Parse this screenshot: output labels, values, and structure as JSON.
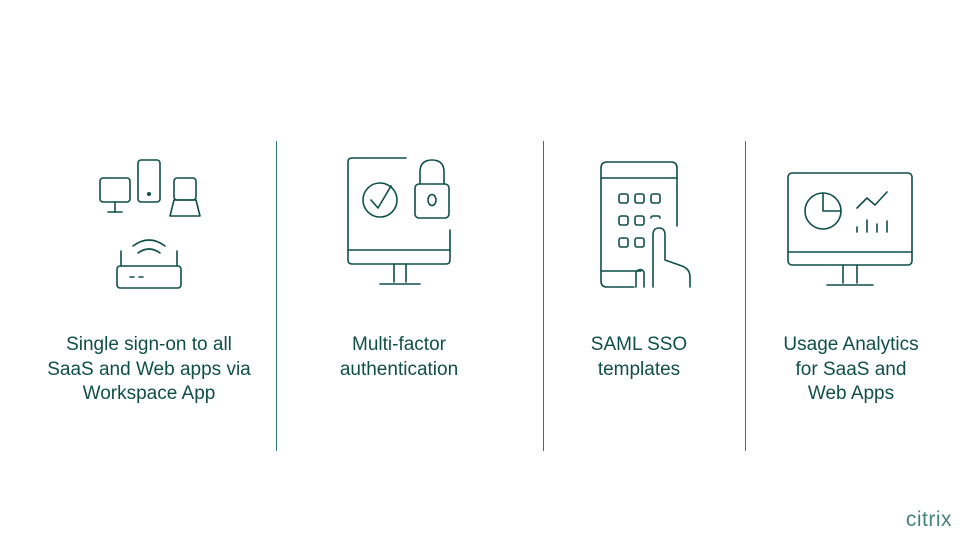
{
  "features": [
    {
      "label": "Single sign-on to all\nSaaS and Web apps via\nWorkspace App",
      "icon": "devices-wifi-router-icon"
    },
    {
      "label": "Multi-factor\nauthentication",
      "icon": "monitor-check-lock-icon"
    },
    {
      "label": "SAML SSO\ntemplates",
      "icon": "tablet-keypad-tap-icon"
    },
    {
      "label": "Usage Analytics\nfor SaaS and\nWeb Apps",
      "icon": "monitor-analytics-icon"
    }
  ],
  "brand": {
    "logo_text": "citrix"
  },
  "colors": {
    "accent": "#0f4f4b",
    "divider": "#2f7a74",
    "logo": "#44847f"
  }
}
